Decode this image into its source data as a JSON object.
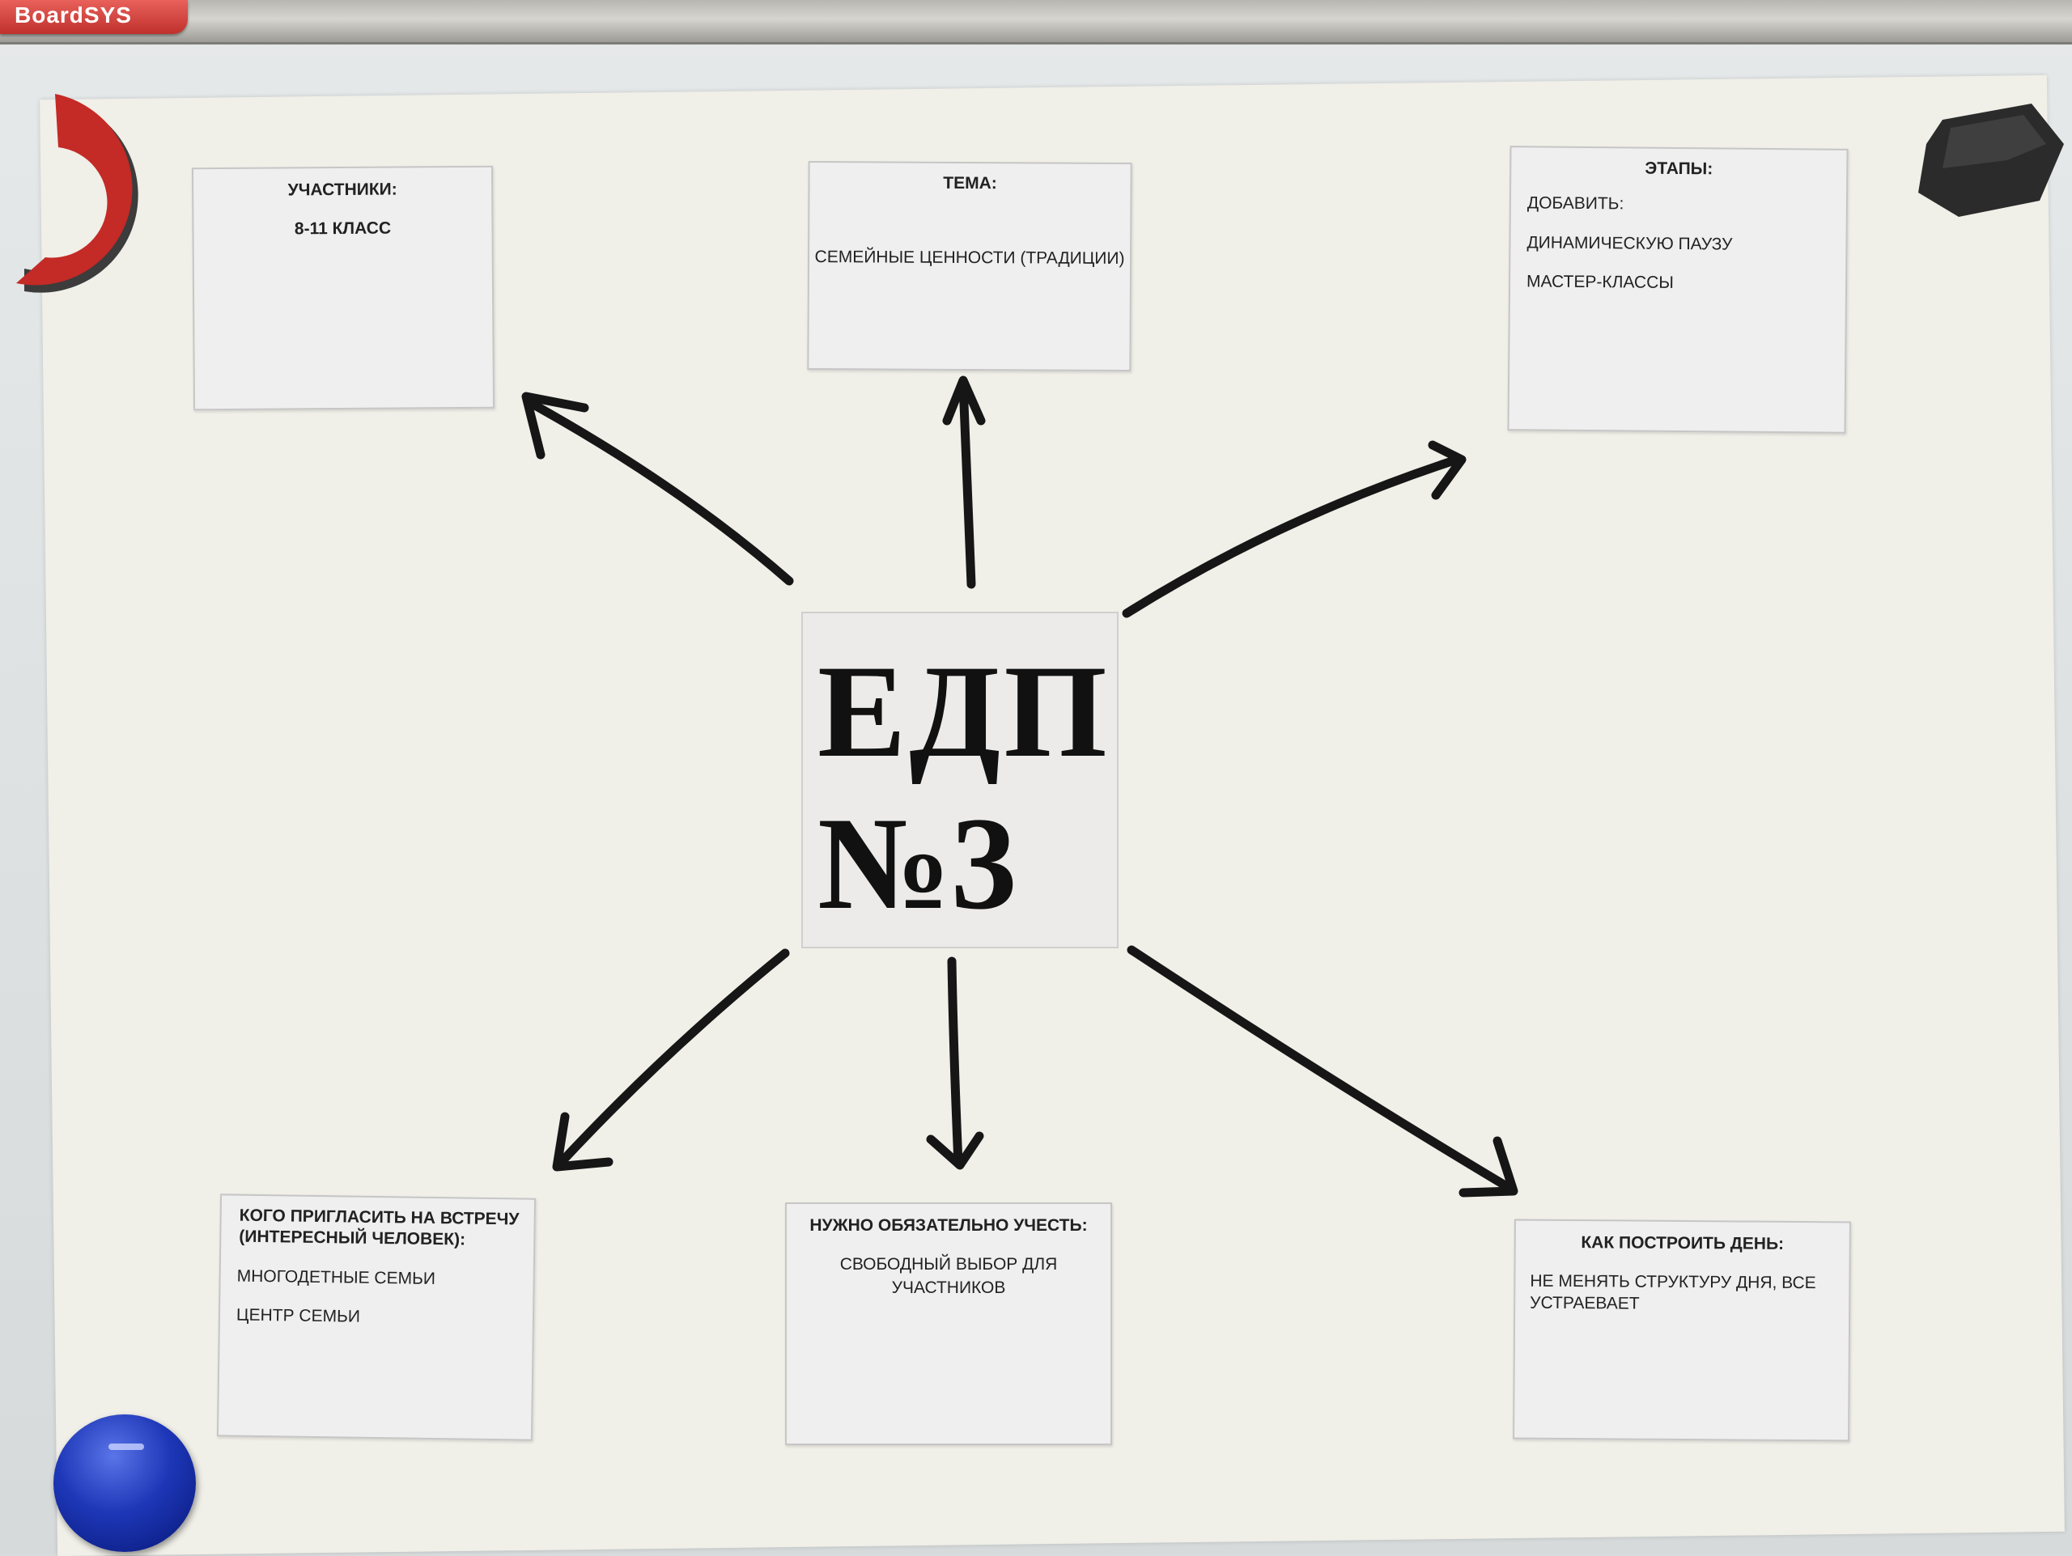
{
  "board": {
    "brand": "BoardSYS"
  },
  "center": {
    "line1": "ЕДП",
    "line2": "№3"
  },
  "cards": {
    "participants": {
      "title": "УЧАСТНИКИ:",
      "lines": [
        "8-11 КЛАСС"
      ]
    },
    "topic": {
      "title": "ТЕМА:",
      "lines": [
        "СЕМЕЙНЫЕ ЦЕННОСТИ (ТРАДИЦИИ)"
      ]
    },
    "stages": {
      "title": "ЭТАПЫ:",
      "lines": [
        "ДОБАВИТЬ:",
        "ДИНАМИЧЕСКУЮ ПАУЗУ",
        "МАСТЕР-КЛАССЫ"
      ]
    },
    "invite": {
      "title": "КОГО ПРИГЛАСИТЬ НА ВСТРЕЧУ (ИНТЕРЕСНЫЙ ЧЕЛОВЕК):",
      "lines": [
        "МНОГОДЕТНЫЕ СЕМЬИ",
        "ЦЕНТР СЕМЬИ"
      ]
    },
    "required": {
      "title": "НУЖНО ОБЯЗАТЕЛЬНО УЧЕСТЬ:",
      "lines": [
        "СВОБОДНЫЙ ВЫБОР  ДЛЯ",
        "УЧАСТНИКОВ"
      ]
    },
    "day": {
      "title": "КАК ПОСТРОИТЬ ДЕНЬ:",
      "lines": [
        "НЕ МЕНЯТЬ  СТРУКТУРУ ДНЯ, ВСЕ УСТРАЕВАЕТ"
      ]
    }
  },
  "colors": {
    "paper": "#f0efe8",
    "card": "#efefef",
    "ink": "#1a1a1a",
    "magnet_red": "#c42a26",
    "magnet_blue": "#1d37b8",
    "magnet_black": "#2b2b2b"
  }
}
